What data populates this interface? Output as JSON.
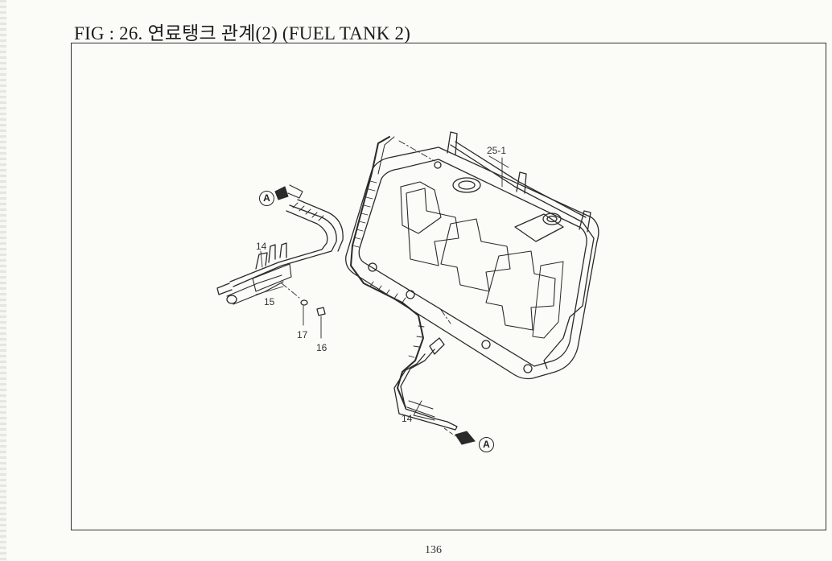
{
  "figure": {
    "title": "FIG : 26. 연료탱크 관계(2) (FUEL TANK 2)"
  },
  "callouts": {
    "part_25_1": "25-1",
    "part_14_upper": "14",
    "part_15": "15",
    "part_17": "17",
    "part_16": "16",
    "part_14_lower": "14",
    "ref_a_upper": "A",
    "ref_a_lower": "A"
  },
  "page": {
    "number": "136"
  }
}
